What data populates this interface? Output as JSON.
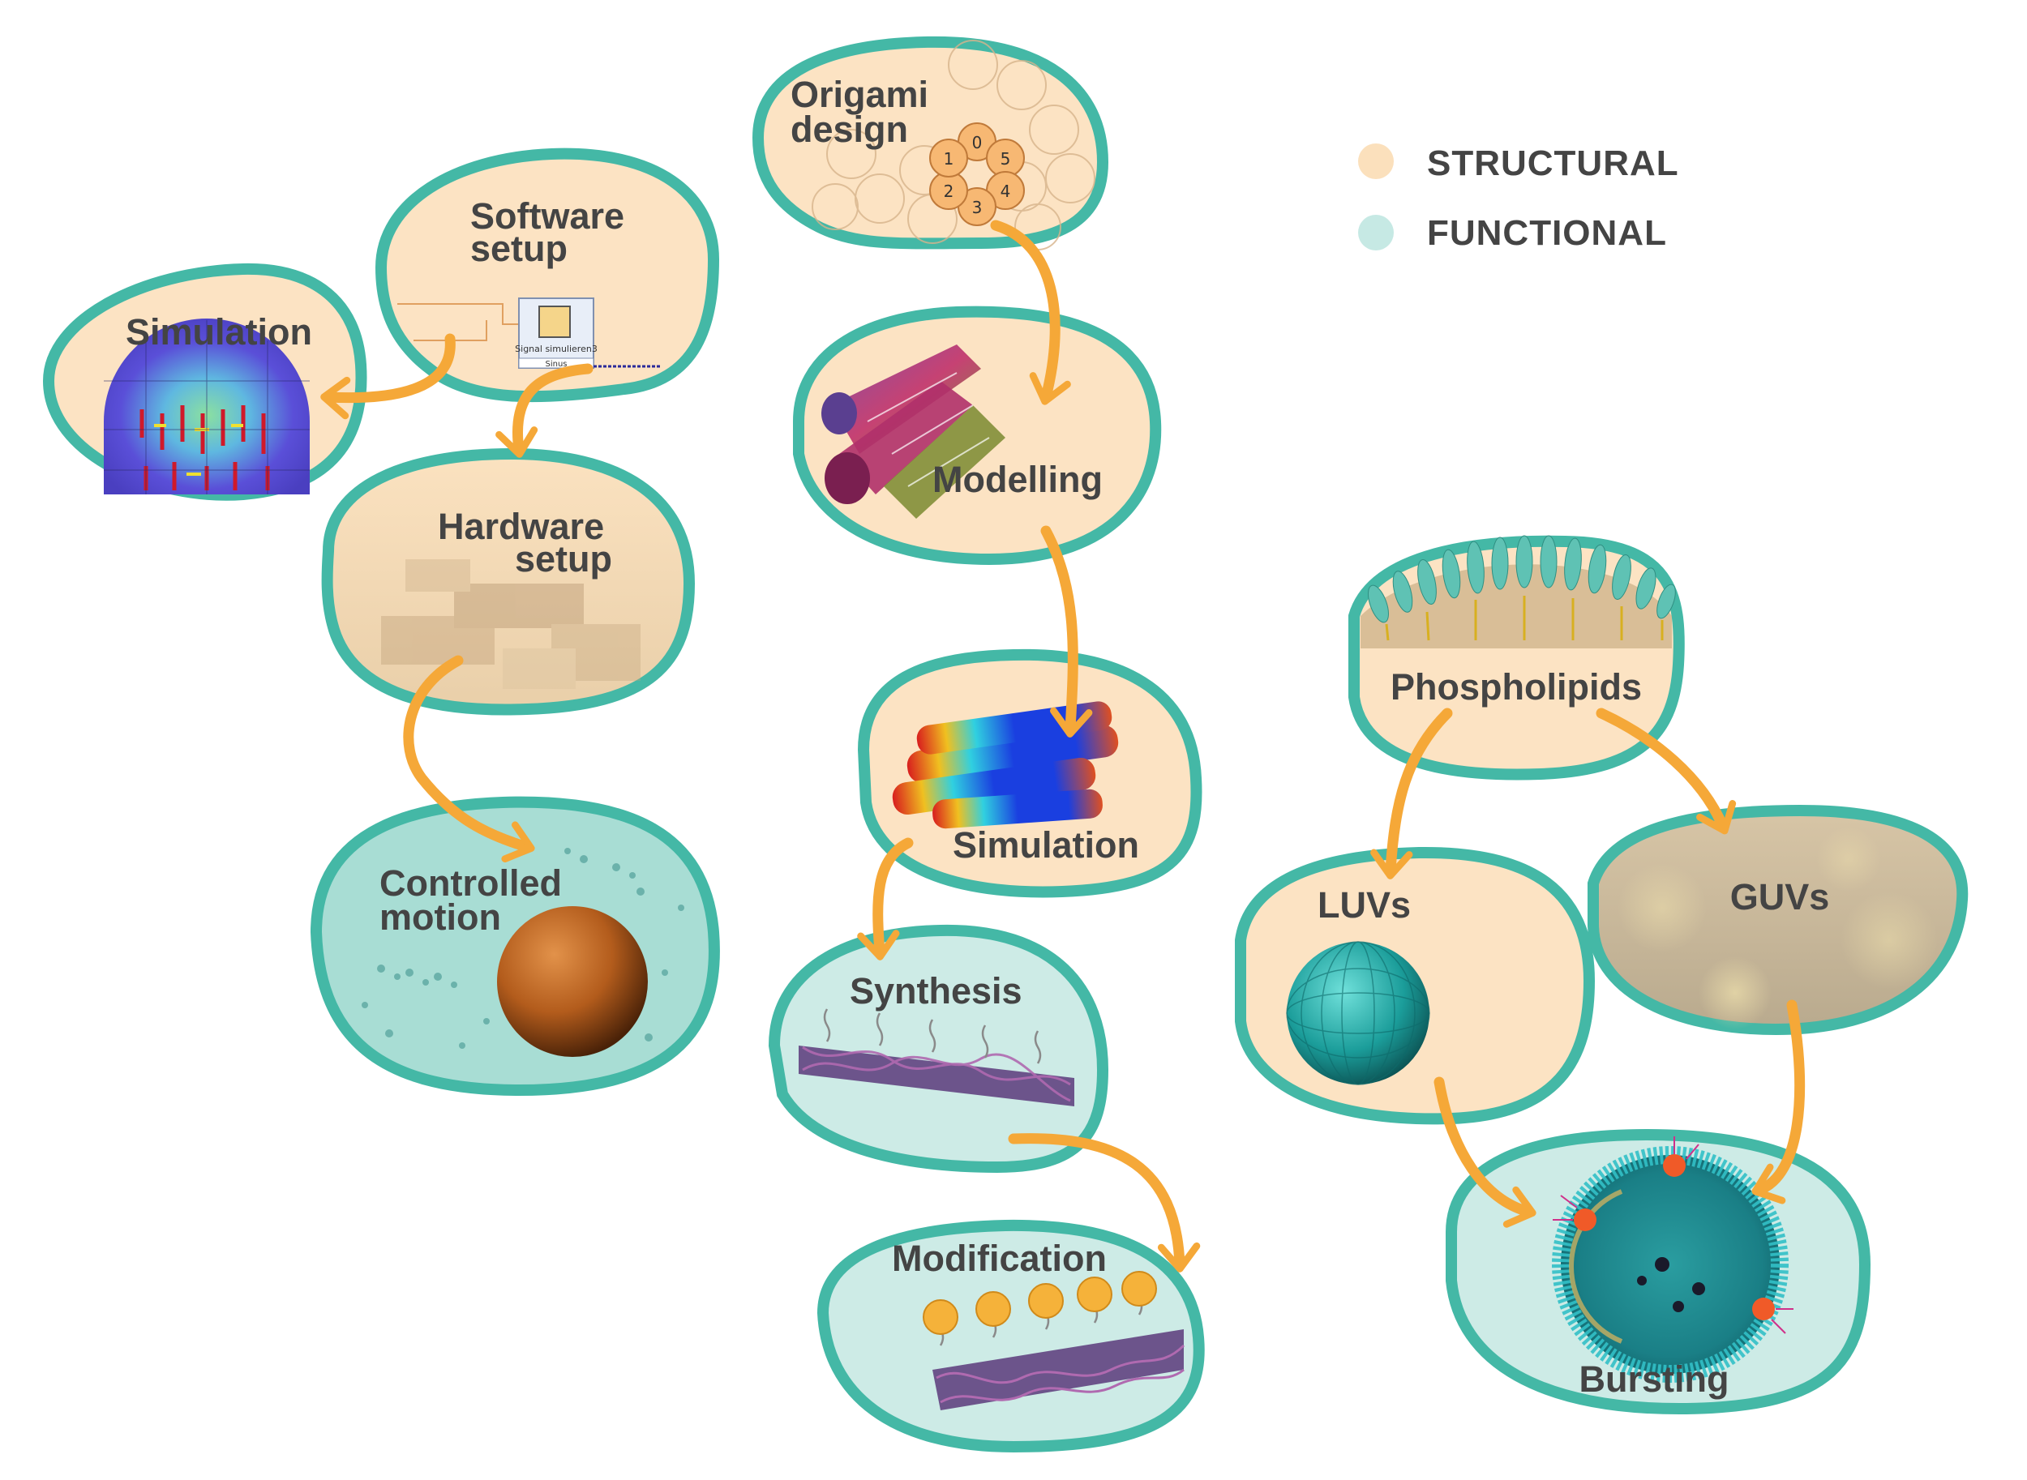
{
  "legend": [
    {
      "label": "STRUCTURAL",
      "color": "#fbe0bc"
    },
    {
      "label": "FUNCTIONAL",
      "color": "#c6e9e4"
    }
  ],
  "colors": {
    "structural": "#fce3c3",
    "functional": "#cdebe6",
    "outline": "#44b8a6",
    "arrow": "#f5a838",
    "text": "#444444"
  },
  "nodes": {
    "software_setup": {
      "line1": "Software",
      "line2": "setup",
      "widget_title": "Signal simulieren3",
      "widget_subtitle": "Sinus"
    },
    "simulation_left": {
      "label": "Simulation"
    },
    "hardware_setup": {
      "line1": "Hardware",
      "line2": "setup"
    },
    "controlled_motion": {
      "line1": "Controlled",
      "line2": "motion"
    },
    "origami_design": {
      "line1": "Origami",
      "line2": "design",
      "helix_numbers": [
        "0",
        "5",
        "4",
        "3",
        "2",
        "1"
      ]
    },
    "modelling": {
      "label": "Modelling"
    },
    "simulation_middle": {
      "label": "Simulation"
    },
    "synthesis": {
      "label": "Synthesis"
    },
    "modification": {
      "label": "Modification"
    },
    "phospholipids": {
      "label": "Phospholipids"
    },
    "luvs": {
      "label": "LUVs"
    },
    "guvs": {
      "label": "GUVs"
    },
    "bursting": {
      "label": "Bursting"
    }
  }
}
